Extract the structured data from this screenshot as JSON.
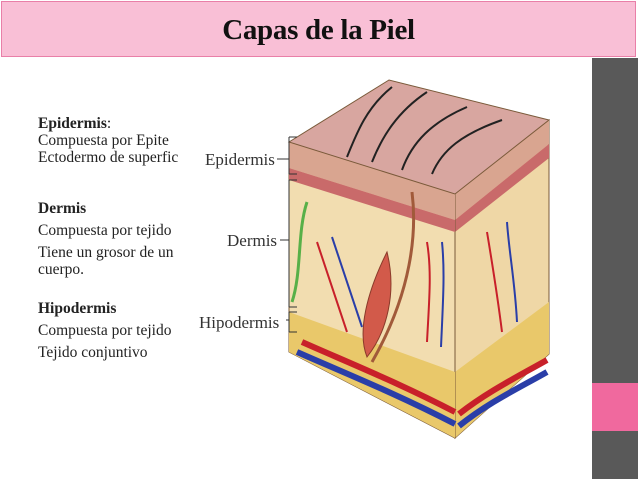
{
  "slide": {
    "title": "Capas de la Piel",
    "colors": {
      "title_bg": "#f9bfd6",
      "title_border": "#e97fa8",
      "side_strip": "#595959",
      "side_accent": "#f0699e"
    }
  },
  "content": {
    "epidermis_heading": "Epidermis",
    "epidermis_colon": ":",
    "epidermis_line1": "Compuesta por Epite",
    "epidermis_line2": "Ectodermo de superfic",
    "dermis_heading": "Dermis",
    "dermis_line1": "Compuesta por tejido",
    "dermis_line2": "Tiene un grosor de un",
    "dermis_line3": "cuerpo.",
    "hipodermis_heading": "Hipodermis",
    "hipodermis_line1": "Compuesta por tejido",
    "hipodermis_line2": "Tejido conjuntivo"
  },
  "figure": {
    "label_epidermis": "Epidermis",
    "label_dermis": "Dermis",
    "label_hipodermis": "Hipodermis"
  }
}
